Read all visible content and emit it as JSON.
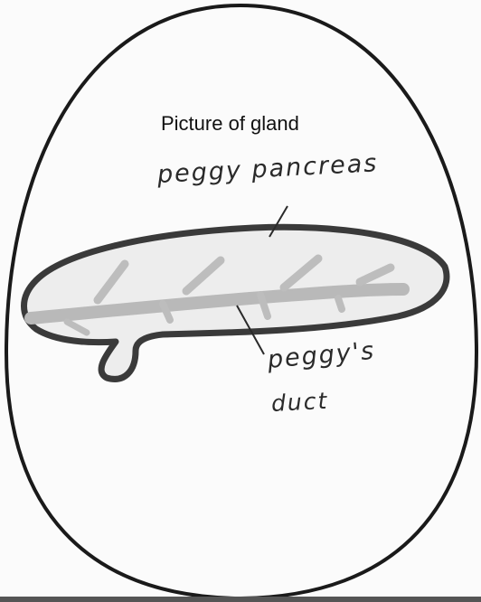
{
  "diagram": {
    "title": "Picture of gland",
    "labels": {
      "pancreas": "peggy pancreas",
      "duct_line1": "peggy's",
      "duct_line2": "duct"
    }
  },
  "colors": {
    "outline": "#1a1a1a",
    "gland_outline": "#3a3a3a",
    "duct": "#b9b9b9",
    "background": "#fbfbfb"
  }
}
